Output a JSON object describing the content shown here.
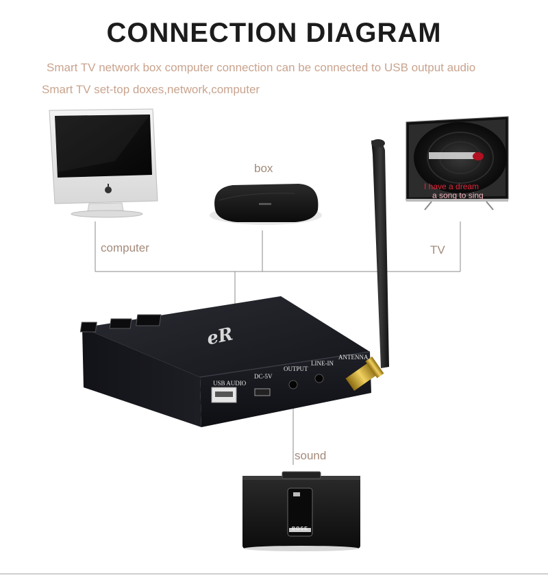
{
  "title": "CONNECTION DIAGRAM",
  "subtitle_line1": "Smart TV network box computer connection can be connected to USB output audio",
  "subtitle_line2": "Smart TV  set-top doxes,network,computer",
  "labels": {
    "box": "box",
    "computer": "computer",
    "tv": "TV",
    "sound": "sound"
  },
  "tv_screen": {
    "line1": "I have a dream",
    "line2": "a song to sing"
  },
  "device_ports": {
    "usb": "USB AUDIO",
    "dc": "DC-5V",
    "output": "OUTPUT",
    "line_in": "LINE-IN",
    "antenna": "ANTENNA"
  },
  "brand_mark": "eR",
  "speaker_brand": "BOSE",
  "colors": {
    "title": "#1c1c1c",
    "subtitle": "#c9a38e",
    "label": "#a38a7a",
    "device": "#1b1c22",
    "tv_lyric": "#e0263a"
  }
}
